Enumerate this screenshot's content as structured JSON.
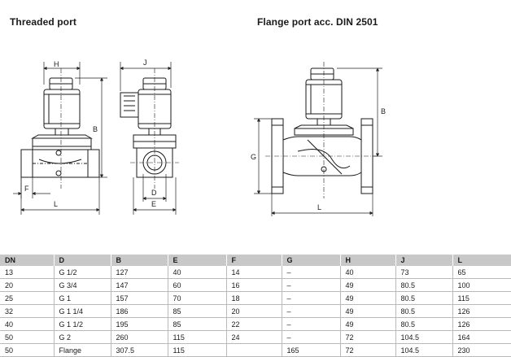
{
  "headings": {
    "threaded": "Threaded port",
    "flange": "Flange port acc. DIN 2501"
  },
  "dimension_letters": {
    "H": "H",
    "J": "J",
    "B": "B",
    "F": "F",
    "L": "L",
    "D": "D",
    "E": "E",
    "G": "G"
  },
  "table": {
    "headers": [
      "DN",
      "D",
      "B",
      "E",
      "F",
      "G",
      "H",
      "J",
      "L"
    ],
    "rows": [
      [
        "13",
        "G 1/2",
        "127",
        "40",
        "14",
        "–",
        "40",
        "73",
        "65"
      ],
      [
        "20",
        "G 3/4",
        "147",
        "60",
        "16",
        "–",
        "49",
        "80.5",
        "100"
      ],
      [
        "25",
        "G 1",
        "157",
        "70",
        "18",
        "–",
        "49",
        "80.5",
        "115"
      ],
      [
        "32",
        "G 1 1/4",
        "186",
        "85",
        "20",
        "–",
        "49",
        "80.5",
        "126"
      ],
      [
        "40",
        "G 1 1/2",
        "195",
        "85",
        "22",
        "–",
        "49",
        "80.5",
        "126"
      ],
      [
        "50",
        "G 2",
        "260",
        "115",
        "24",
        "–",
        "72",
        "104.5",
        "164"
      ],
      [
        "50",
        "Flange",
        "307.5",
        "115",
        "",
        "165",
        "72",
        "104.5",
        "230"
      ]
    ]
  },
  "colors": {
    "header_bg": "#c8c8c8",
    "line": "#1a1a1a",
    "grid": "#b9b9b9"
  }
}
